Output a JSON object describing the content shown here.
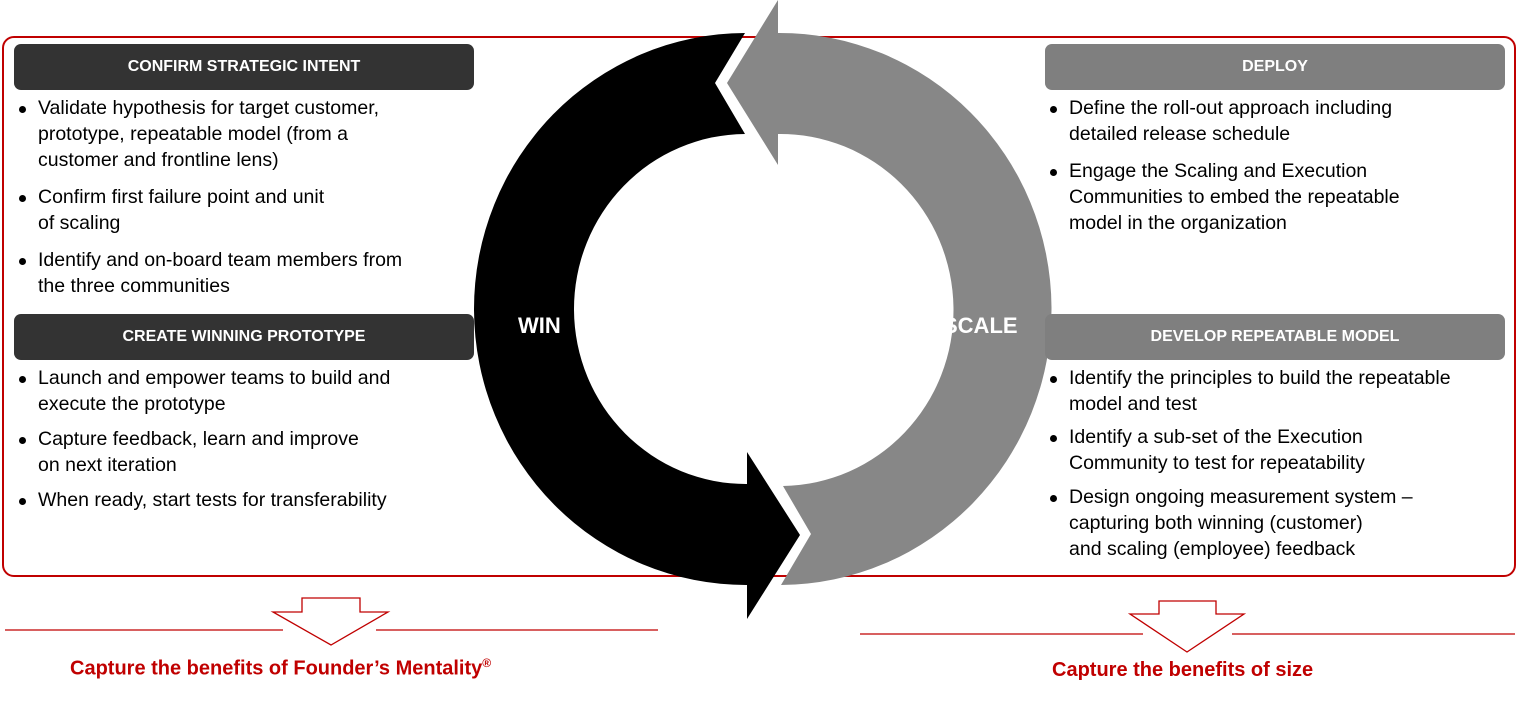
{
  "colors": {
    "accent": "#c00000",
    "win": "#000000",
    "scale": "#878787",
    "dark_header": "#333333",
    "grey_header": "#7f7f7f"
  },
  "cycle": {
    "win_label": "WIN",
    "scale_label": "SCALE"
  },
  "left": {
    "sections": [
      {
        "title": "CONFIRM STRATEGIC INTENT",
        "bullets": [
          "Validate hypothesis for target customer,\nprototype, repeatable model (from a\ncustomer and frontline lens)",
          "Confirm first failure point and unit\nof scaling",
          "Identify and on-board team members from\nthe three communities"
        ]
      },
      {
        "title": "CREATE WINNING PROTOTYPE",
        "bullets": [
          "Launch and empower teams to build and\nexecute the prototype",
          "Capture feedback, learn and improve\non next iteration",
          "When ready, start tests for transferability"
        ]
      }
    ],
    "benefit": "Capture the benefits of Founder’s Mentality",
    "benefit_mark": "®"
  },
  "right": {
    "sections": [
      {
        "title": "DEPLOY",
        "bullets": [
          "Define the roll-out approach including\ndetailed release schedule",
          "Engage the Scaling and Execution\nCommunities to embed the repeatable\nmodel in the organization"
        ]
      },
      {
        "title": "DEVELOP REPEATABLE MODEL",
        "bullets": [
          "Identify the principles to build the repeatable\nmodel and test",
          "Identify a sub-set of the Execution\nCommunity to test for repeatability",
          "Design ongoing measurement system –\ncapturing both winning (customer)\nand scaling (employee) feedback"
        ]
      }
    ],
    "benefit": "Capture the benefits of size"
  }
}
